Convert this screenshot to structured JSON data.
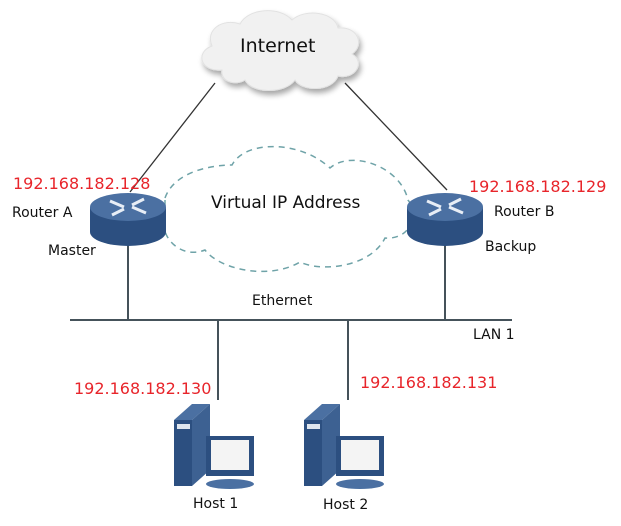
{
  "diagram": {
    "title": "VRRP network topology",
    "internet": {
      "label": "Internet"
    },
    "virtual_ip": {
      "label": "Virtual IP Address"
    },
    "routers": [
      {
        "name": "Router A",
        "role": "Master",
        "ip": "192.168.182.128"
      },
      {
        "name": "Router B",
        "role": "Backup",
        "ip": "192.168.182.129"
      }
    ],
    "segments": {
      "ethernet_label": "Ethernet",
      "lan_label": "LAN 1"
    },
    "hosts": [
      {
        "name": "Host 1",
        "ip": "192.168.182.130"
      },
      {
        "name": "Host 2",
        "ip": "192.168.182.131"
      }
    ],
    "colors": {
      "ip_text": "#e8252b",
      "router_body": "#2f5587",
      "router_top": "#4a6fa0",
      "vip_cloud_dash": "#6fa3a8",
      "internet_cloud": "#f0f0f0",
      "lines": "#333333"
    }
  }
}
